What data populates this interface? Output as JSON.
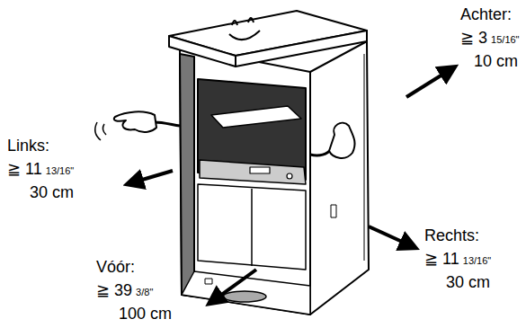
{
  "diagram": {
    "labels": [
      "Achter:",
      "≧ 3",
      "15/16\"",
      "10 cm",
      "Links:",
      "≧ 11",
      "13/16\"",
      "30 cm",
      "Rechts:",
      "≧ 11",
      "13/16\"",
      "30 cm",
      "Vóór:",
      "≧ 39",
      "3/8\"",
      "100 cm"
    ]
  }
}
